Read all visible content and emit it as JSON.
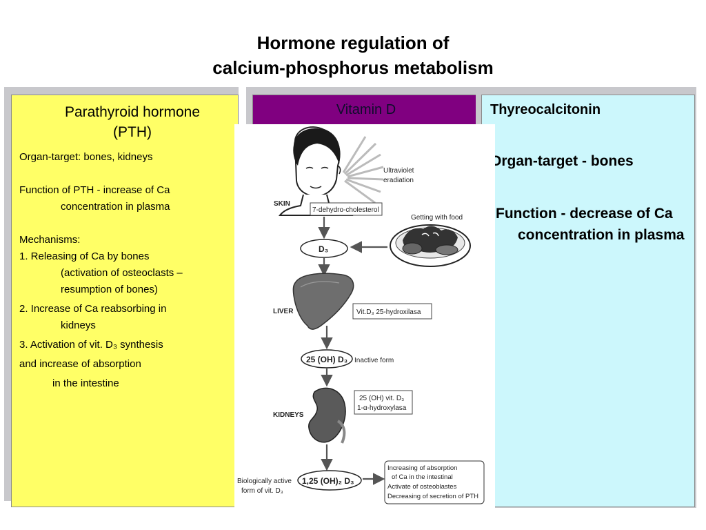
{
  "slide": {
    "title_line1": "Hormone regulation of",
    "title_line2": "calcium-phosphorus metabolism"
  },
  "pth": {
    "heading_line1": "Parathyroid hormone",
    "heading_line2": "(PTH)",
    "organ_target": "Organ-target: bones, kidneys",
    "function_line1": "Function of PTH - increase of Ca",
    "function_line2": "concentration in plasma",
    "mechanisms_label": "Mechanisms:",
    "mech1_line1": "1. Releasing of Ca by bones",
    "mech1_line2": "(activation of osteoclasts  –",
    "mech1_line3": "resumption of bones)",
    "mech2_line1": "2. Increase of Ca reabsorbing in",
    "mech2_line2": "kidneys",
    "mech3_line1": "3. Activation of vit. D₃ synthesis",
    "mech3_line2": "and increase of absorption",
    "mech3_line3": "in the intestine",
    "bg_color": "#ffff66"
  },
  "vitamin_d": {
    "heading": "Vitamin D",
    "header_color": "#800080",
    "diagram": {
      "skin_label": "SKIN",
      "uv_label_line1": "Ultraviolet",
      "uv_label_line2": "eradiation",
      "precursor_label": "7-dehydro-cholesterol",
      "food_label": "Getting with food",
      "d3_label": "D₃",
      "liver_label": "LIVER",
      "liver_enzyme": "Vit.D₃ 25-hydroxilasa",
      "oh_d3_label": "25 (OH) D₃",
      "inactive_label": "Inactive form",
      "kidneys_label": "KIDNEYS",
      "kidney_enzyme_line1": "25 (OH) vit. D₃",
      "kidney_enzyme_line2": "1-α-hydroxylasa",
      "active_label_line1": "Biologically active",
      "active_label_line2": "form of vit. D₃",
      "active_form": "1,25 (OH)₂ D₃",
      "effect1_line1": "Increasing of absorption",
      "effect1_line2": "of Ca in the intestinal",
      "effect2": "Activate of osteoblastes",
      "effect3": "Decreasing of secretion of PTH"
    }
  },
  "thyreocalcitonin": {
    "heading": "Thyreocalcitonin",
    "organ_target": "Organ-target - bones",
    "function": "Function - decrease of Ca concentration in plasma",
    "bg_color": "#ccf7fc"
  }
}
